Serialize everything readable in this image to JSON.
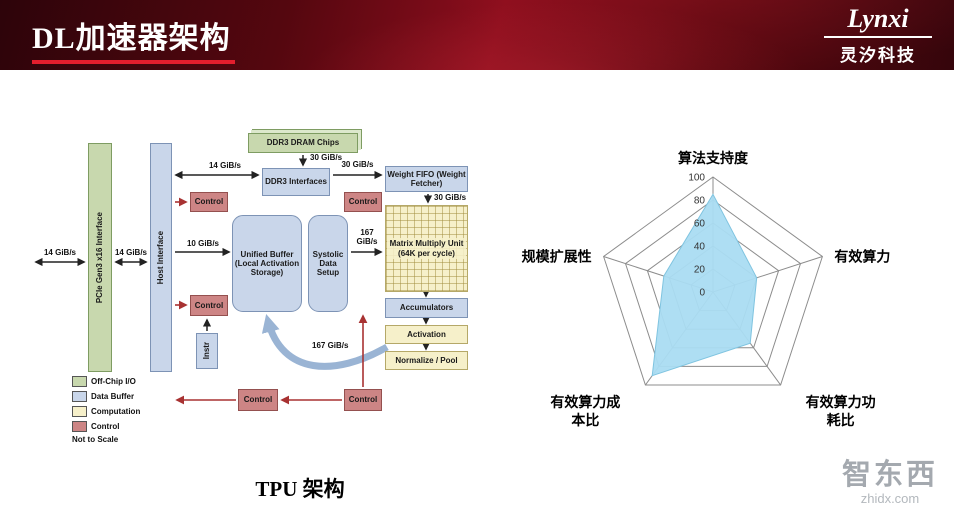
{
  "header": {
    "title": "DL加速器架构",
    "brand": {
      "name": "Lynxi",
      "company": "灵汐科技"
    }
  },
  "diagram": {
    "caption": "TPU 架构",
    "not_to_scale": "Not to Scale",
    "boxes": {
      "pcie": "PCIe Gen3 x16 Interface",
      "host": "Host Interface",
      "dram": "DDR3 DRAM Chips",
      "ddr3_interfaces": "DDR3 Interfaces",
      "weight_fifo": "Weight FIFO (Weight Fetcher)",
      "matrix_multiply": "Matrix Multiply Unit (64K per cycle)",
      "unified_buffer": "Unified Buffer (Local Activation Storage)",
      "systolic": "Systolic Data Setup",
      "accumulators": "Accumulators",
      "activation": "Activation",
      "normalize_pool": "Normalize / Pool",
      "control": "Control",
      "instr": "Instr"
    },
    "bandwidth": {
      "gib14": "14 GiB/s",
      "gib30": "30 GiB/s",
      "gib10": "10 GiB/s",
      "gib167": "167 GiB/s"
    },
    "legend": [
      {
        "label": "Off-Chip I/O",
        "color": "#c8d8ae"
      },
      {
        "label": "Data Buffer",
        "color": "#c9d6ea"
      },
      {
        "label": "Computation",
        "color": "#f6f0ca"
      },
      {
        "label": "Control",
        "color": "#cd8585"
      }
    ]
  },
  "chart_data": {
    "type": "radar",
    "categories": [
      "算法支持度",
      "有效算力",
      "有效算力功耗比",
      "有效算力成本比",
      "规模扩展性"
    ],
    "values": [
      85,
      40,
      55,
      90,
      45
    ],
    "ticks": [
      0,
      20,
      40,
      60,
      80,
      100
    ],
    "max": 100,
    "fill_color": "#aadcf2",
    "stroke_color": "#7fc4e0",
    "grid_color": "#8c8c8c",
    "legend_position": "none"
  },
  "watermark": {
    "brand": "智东西",
    "domain": "zhidx.com"
  }
}
